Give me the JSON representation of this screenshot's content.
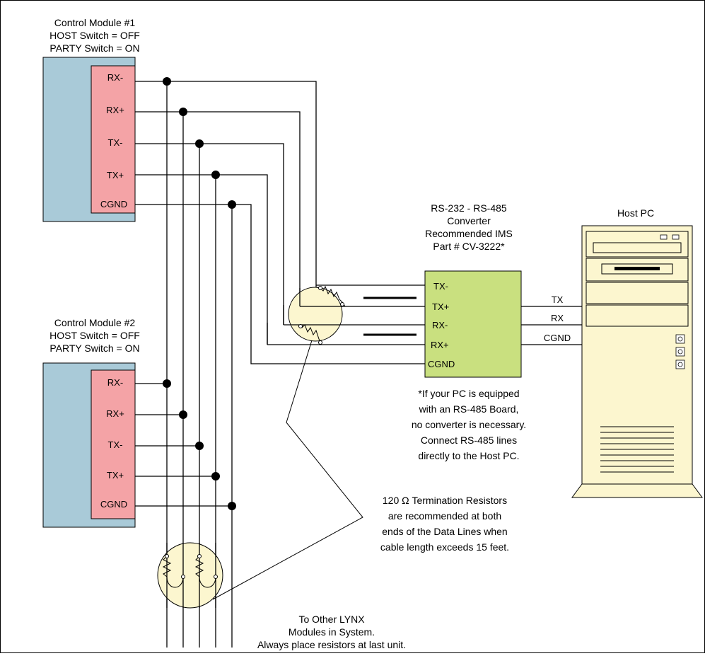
{
  "cm1": {
    "title": "Control Module #1",
    "host": "HOST Switch = OFF",
    "party": "PARTY Switch = ON",
    "pins": [
      "RX-",
      "RX+",
      "TX-",
      "TX+",
      "CGND"
    ]
  },
  "cm2": {
    "title": "Control Module #2",
    "host": "HOST Switch = OFF",
    "party": "PARTY Switch = ON",
    "pins": [
      "RX-",
      "RX+",
      "TX-",
      "TX+",
      "CGND"
    ]
  },
  "converter": {
    "line1": "RS-232 - RS-485",
    "line2": "Converter",
    "line3": "Recommended IMS",
    "line4": "Part # CV-3222*",
    "pins": [
      "TX-",
      "TX+",
      "RX-",
      "RX+",
      "CGND"
    ]
  },
  "links": {
    "tx": "TX",
    "rx": "RX",
    "cgnd": "CGND"
  },
  "host_pc": {
    "title": "Host PC"
  },
  "footnote": [
    "*If your PC is equipped",
    "with an RS-485 Board,",
    "no converter is necessary.",
    "Connect RS-485 lines",
    "directly to the Host PC."
  ],
  "termination_note": [
    "120 Ω Termination Resistors",
    "are recommended at both",
    "ends of the Data Lines when",
    "cable length exceeds 15 feet."
  ],
  "bottom_note": [
    "To Other LYNX",
    "Modules in System.",
    "Always place resistors at last unit."
  ],
  "colors": {
    "module_body": "#a9cad8",
    "terminal_block": "#f4a3a6",
    "converter": "#c9e07f",
    "pc_case": "#fcf6cf",
    "resistor_circle": "#fcf6cf"
  }
}
